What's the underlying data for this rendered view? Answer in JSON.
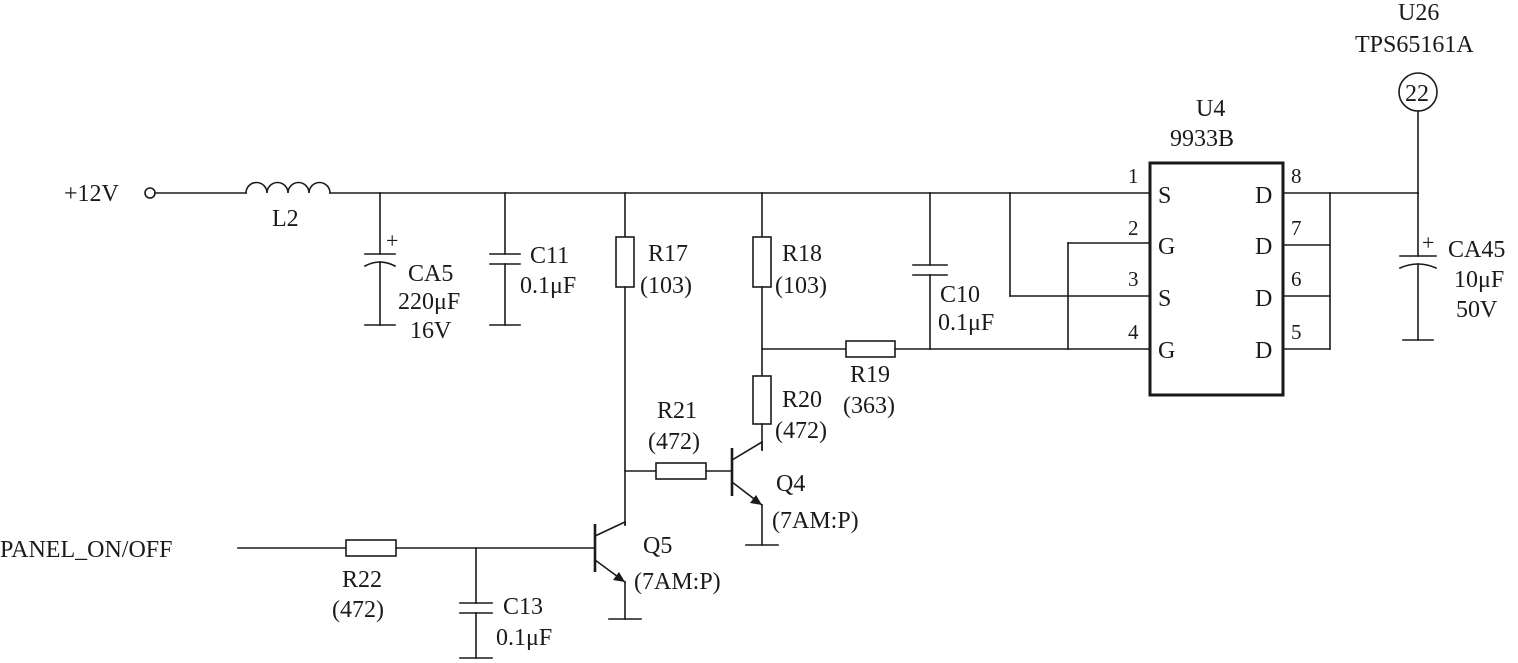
{
  "nets": {
    "vin": "+12V",
    "panel": "PANEL_ON/OFF"
  },
  "components": {
    "L2": {
      "ref": "L2"
    },
    "CA5": {
      "ref": "CA5",
      "value": "220μF",
      "voltage": "16V",
      "polarity": "+"
    },
    "C11": {
      "ref": "C11",
      "value": "0.1μF"
    },
    "R17": {
      "ref": "R17",
      "value": "(103)"
    },
    "R18": {
      "ref": "R18",
      "value": "(103)"
    },
    "C10": {
      "ref": "C10",
      "value": "0.1μF"
    },
    "R19": {
      "ref": "R19",
      "value": "(363)"
    },
    "R20": {
      "ref": "R20",
      "value": "(472)"
    },
    "R21": {
      "ref": "R21",
      "value": "(472)"
    },
    "Q4": {
      "ref": "Q4",
      "value": "(7AM:P)"
    },
    "Q5": {
      "ref": "Q5",
      "value": "(7AM:P)"
    },
    "R22": {
      "ref": "R22",
      "value": "(472)"
    },
    "C13": {
      "ref": "C13",
      "value": "0.1μF"
    },
    "U4": {
      "ref": "U4",
      "part": "9933B",
      "left_pins": [
        {
          "num": "1",
          "name": "S"
        },
        {
          "num": "2",
          "name": "G"
        },
        {
          "num": "3",
          "name": "S"
        },
        {
          "num": "4",
          "name": "G"
        }
      ],
      "right_pins": [
        {
          "num": "8",
          "name": "D"
        },
        {
          "num": "7",
          "name": "D"
        },
        {
          "num": "6",
          "name": "D"
        },
        {
          "num": "5",
          "name": "D"
        }
      ]
    },
    "CA45": {
      "ref": "CA45",
      "value": "10μF",
      "voltage": "50V",
      "polarity": "+"
    },
    "U26": {
      "ref": "U26",
      "part": "TPS65161A",
      "pin": "22"
    }
  }
}
